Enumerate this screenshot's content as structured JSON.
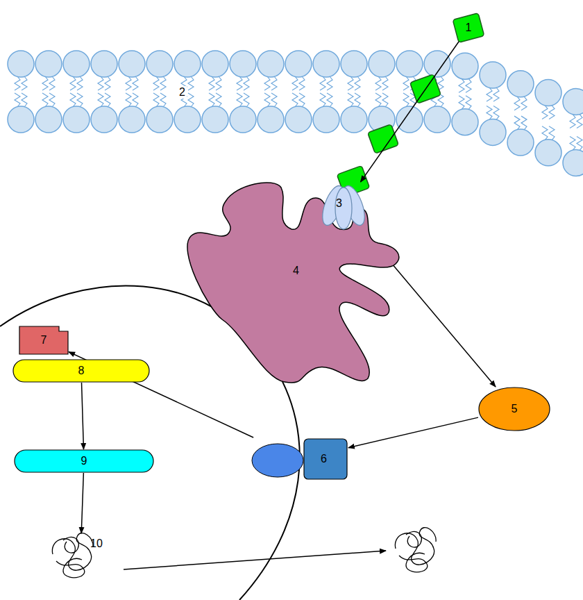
{
  "diagram": {
    "nodes": [
      {
        "text": [
          "1"
        ]
      },
      {
        "text": [
          "2"
        ]
      },
      {
        "text": [
          "3"
        ]
      },
      {
        "text": [
          "4"
        ]
      },
      {
        "text": [
          "5"
        ]
      },
      {
        "text": [
          "6"
        ]
      },
      {
        "text": [
          "7"
        ]
      },
      {
        "text": [
          "8"
        ]
      },
      {
        "text": [
          "9"
        ]
      },
      {
        "text": [
          "10"
        ]
      }
    ],
    "edges": [
      {
        "from": 0,
        "to": 2,
        "arrow": "to"
      },
      {
        "from": 2,
        "to": 4,
        "arrow": "to"
      },
      {
        "from": 4,
        "to": 5,
        "arrow": "to"
      },
      {
        "from": 5,
        "to": 6,
        "arrow": "to"
      },
      {
        "from": 7,
        "to": 8,
        "arrow": "to"
      },
      {
        "from": 8,
        "to": 9,
        "arrow": "to"
      }
    ]
  }
}
